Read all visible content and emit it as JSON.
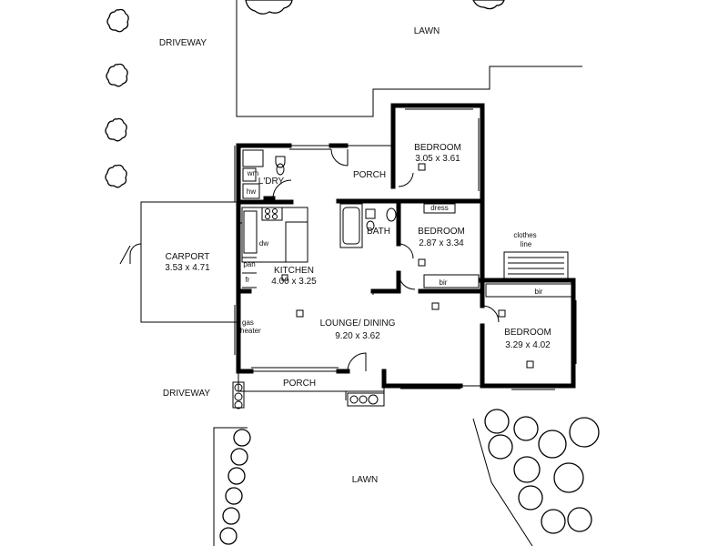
{
  "labels": {
    "lawn_top": "LAWN",
    "driveway_top": "DRIVEWAY",
    "driveway_bottom": "DRIVEWAY",
    "lawn_bottom": "LAWN",
    "carport_name": "CARPORT",
    "carport_size": "3.53 x 4.71",
    "kitchen_name": "KITCHEN",
    "kitchen_size": "4.00 x 3.25",
    "lounge_name": "LOUNGE/ DINING",
    "lounge_size": "9.20 x 3.62",
    "bedroom1_name": "BEDROOM",
    "bedroom1_size": "3.05 x 3.61",
    "bedroom2_name": "BEDROOM",
    "bedroom2_size": "2.87 x 3.34",
    "bedroom3_name": "BEDROOM",
    "bedroom3_size": "3.29 x 4.02",
    "porch_top": "PORCH",
    "porch_bottom": "PORCH",
    "laundry": "L'DRY",
    "bath": "BATH",
    "wm": "wm",
    "hw": "hw",
    "dw": "dw",
    "pan": "pan",
    "fr": "fr",
    "dress": "dress",
    "bir1": "bir",
    "bir2": "bir",
    "clothes_line_1": "clothes",
    "clothes_line_2": "line",
    "gas_heater_1": "gas",
    "gas_heater_2": "heater"
  }
}
